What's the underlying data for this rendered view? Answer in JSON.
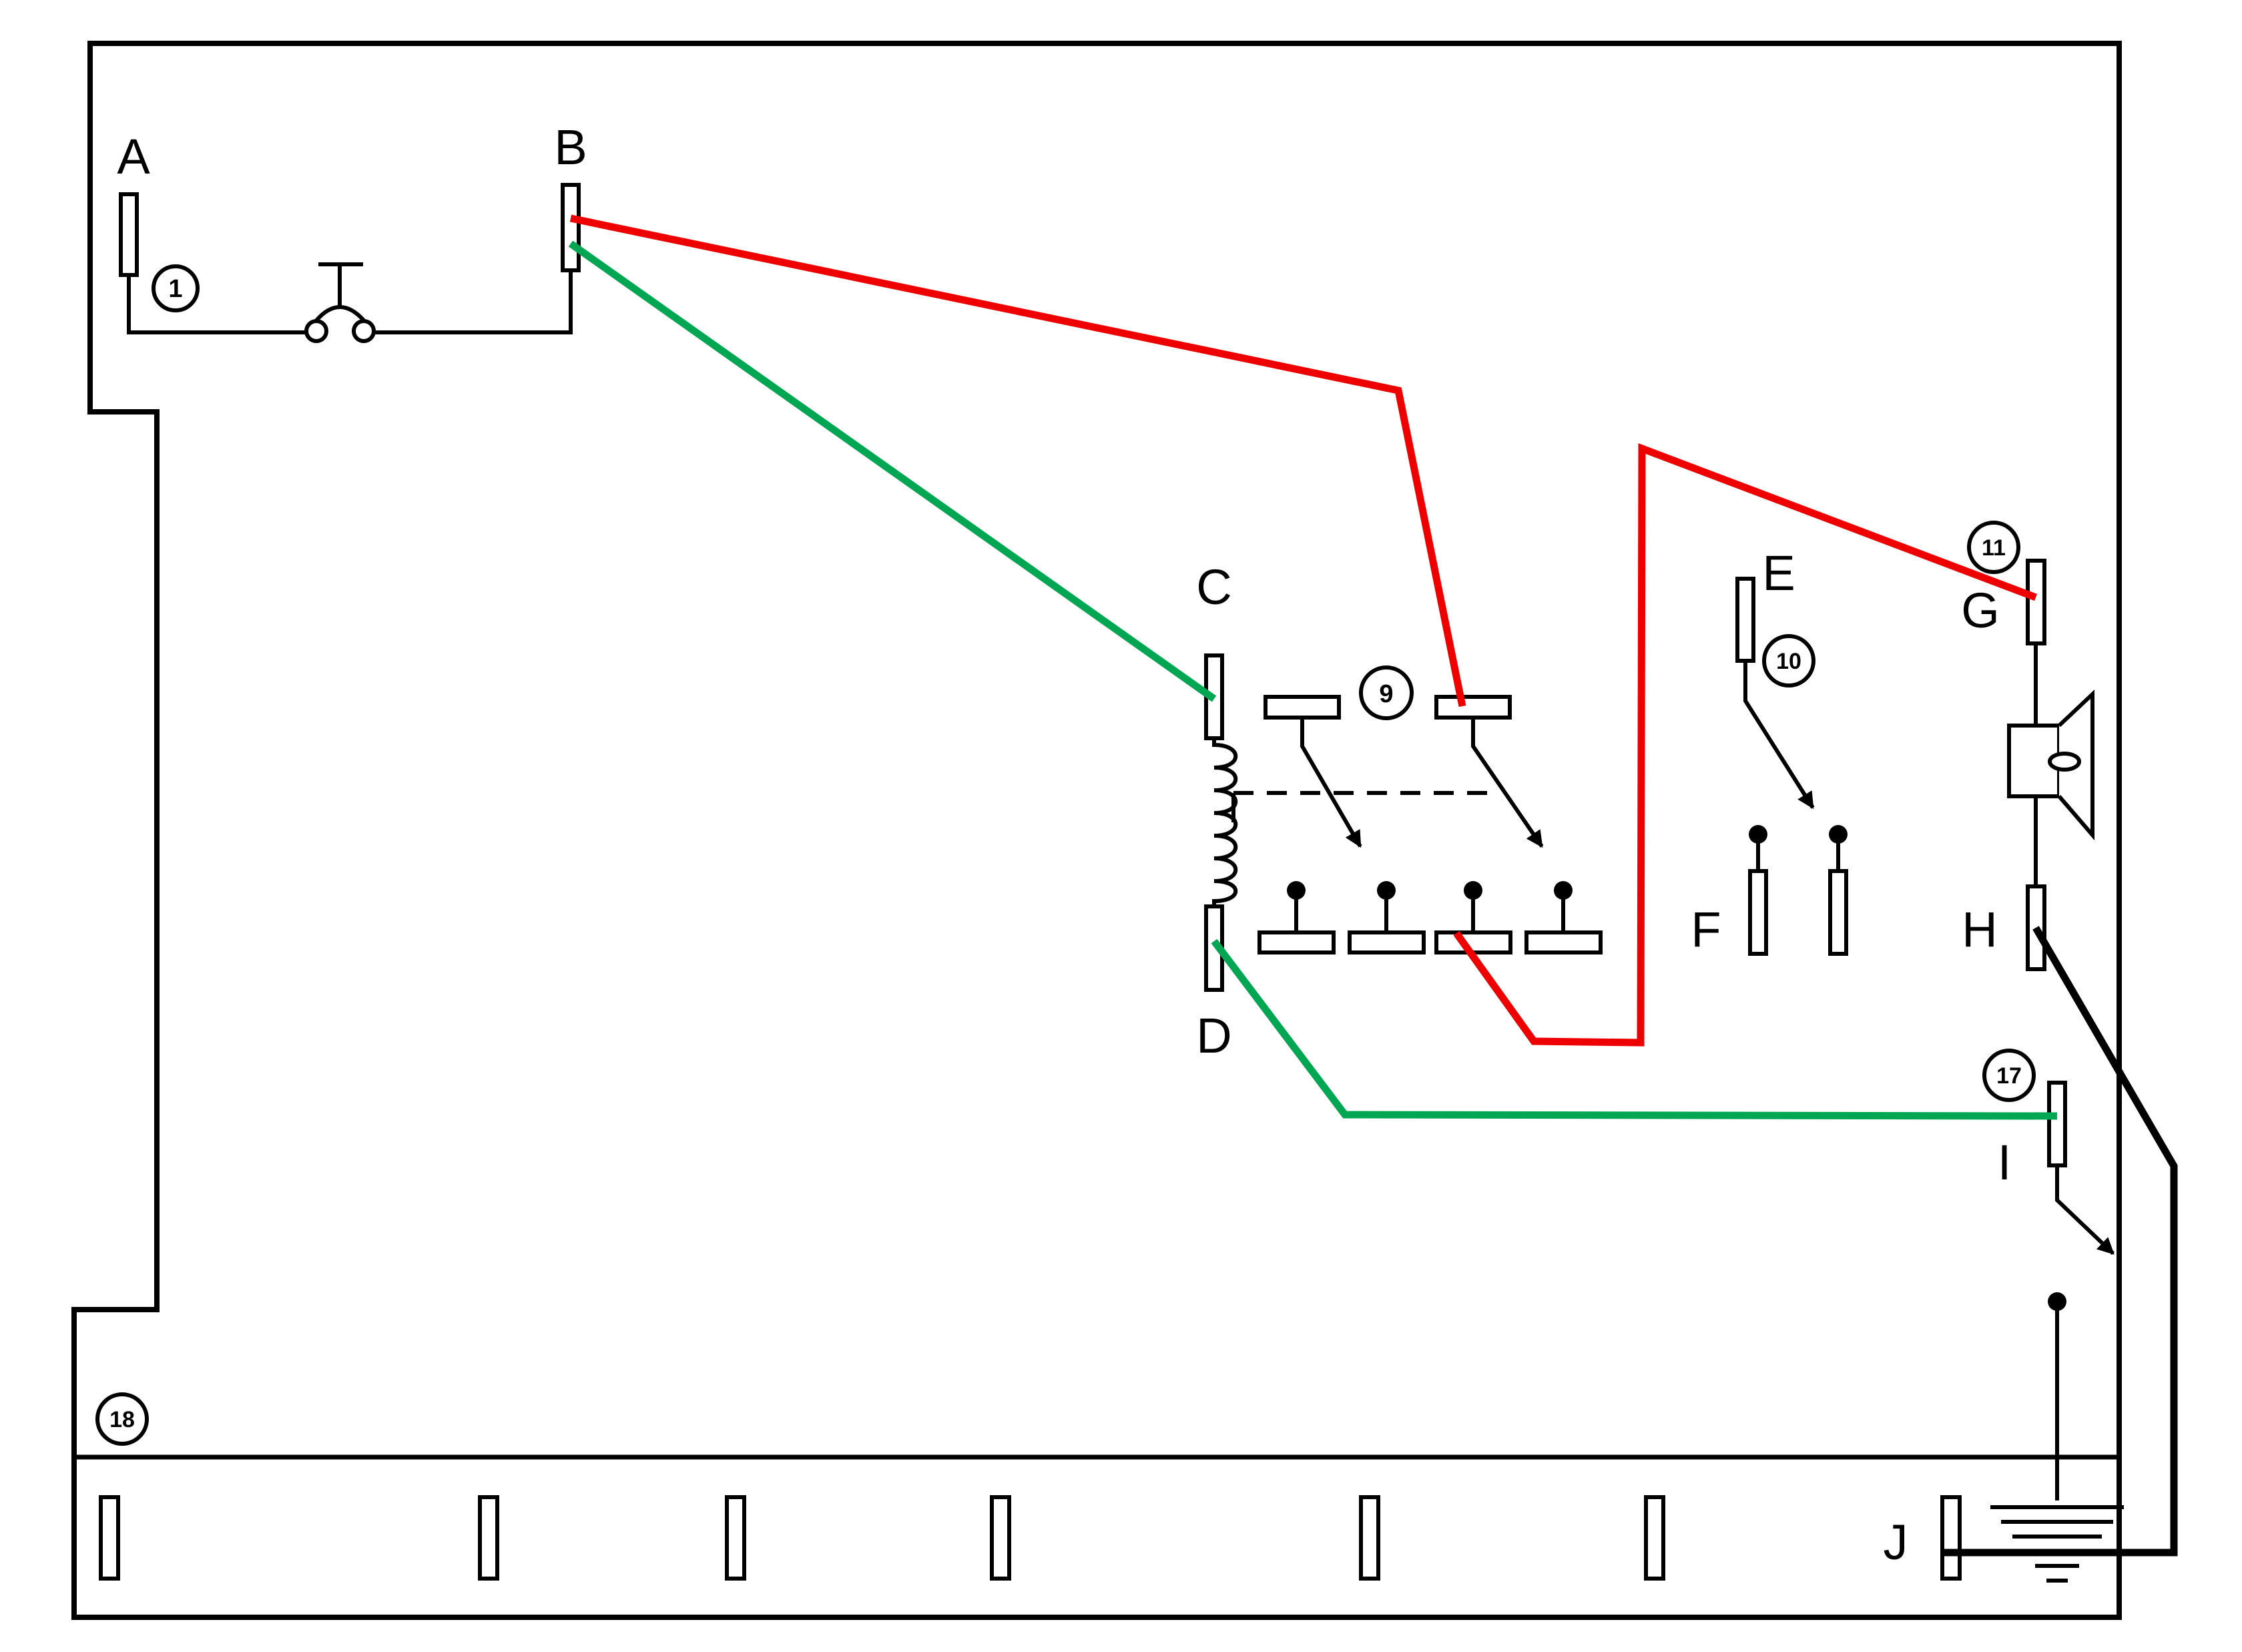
{
  "diagram": {
    "terminal_labels": {
      "a": "A",
      "b": "B",
      "c": "C",
      "d": "D",
      "e": "E",
      "f": "F",
      "g": "G",
      "h": "H",
      "i": "I",
      "j": "J"
    },
    "component_numbers": {
      "switch": "1",
      "relay": "9",
      "contact_e": "10",
      "speaker": "11",
      "contact_i": "17",
      "base_rail": "18"
    },
    "wire_colors": {
      "red": "#ee0000",
      "green": "#00a651",
      "black": "#000000"
    }
  }
}
